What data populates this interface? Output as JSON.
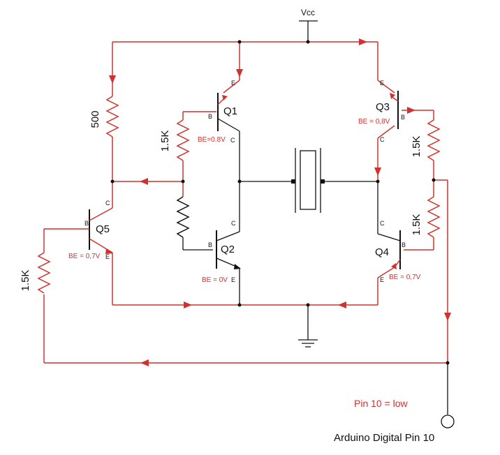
{
  "supply": {
    "vcc": "Vcc"
  },
  "resistors": {
    "r500": "500",
    "r_q1_base": "1.5K",
    "r_q3_upper": "1.5K",
    "r_q4_lower": "1.5K",
    "r_q5_base": "1.5K"
  },
  "transistors": {
    "q1": {
      "name": "Q1",
      "be": "BE=0.8V",
      "b": "B",
      "c": "C",
      "e": "E"
    },
    "q2": {
      "name": "Q2",
      "be": "BE = 0V",
      "b": "B",
      "c": "C",
      "e": "E"
    },
    "q3": {
      "name": "Q3",
      "be": "BE = 0,8V",
      "b": "B",
      "c": "C",
      "e": "E"
    },
    "q4": {
      "name": "Q4",
      "be": "BE = 0,7V",
      "b": "B",
      "c": "C",
      "e": "E"
    },
    "q5": {
      "name": "Q5",
      "be": "BE = 0,7V",
      "b": "B",
      "c": "C",
      "e": "E"
    }
  },
  "annotations": {
    "pin_state": "Pin 10 = low",
    "pin_label": "Arduino Digital Pin 10"
  },
  "colors": {
    "wire_active": "#d0322e",
    "wire": "#000000"
  }
}
